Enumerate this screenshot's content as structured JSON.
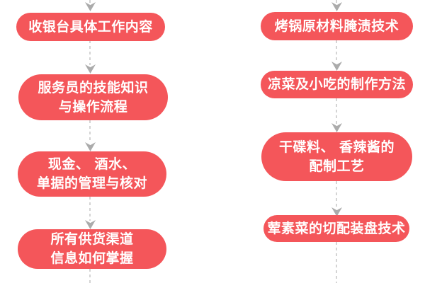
{
  "diagram": {
    "type": "flowchart",
    "direction": "top-to-bottom",
    "columns": [
      {
        "name": "left",
        "nodes": [
          {
            "text": "收银台具体工作内容"
          },
          {
            "text": "服务员的技能知识\n与操作流程"
          },
          {
            "text": "现金、 酒水、\n单据的管理与核对"
          },
          {
            "text": "所有供货渠道\n信息如何掌握"
          }
        ]
      },
      {
        "name": "right",
        "nodes": [
          {
            "text": "烤锅原材料腌渍技术"
          },
          {
            "text": "凉菜及小吃的制作方法"
          },
          {
            "text": "干碟料、 香辣酱的\n配制工艺"
          },
          {
            "text": "荤素菜的切配装盘技术"
          }
        ]
      }
    ],
    "colors": {
      "background": "#ffffff",
      "node_fill": "#f4565a",
      "node_text": "#ffffff",
      "connector_dash": "#d4d4d4",
      "arrowhead": "#ababab"
    }
  }
}
